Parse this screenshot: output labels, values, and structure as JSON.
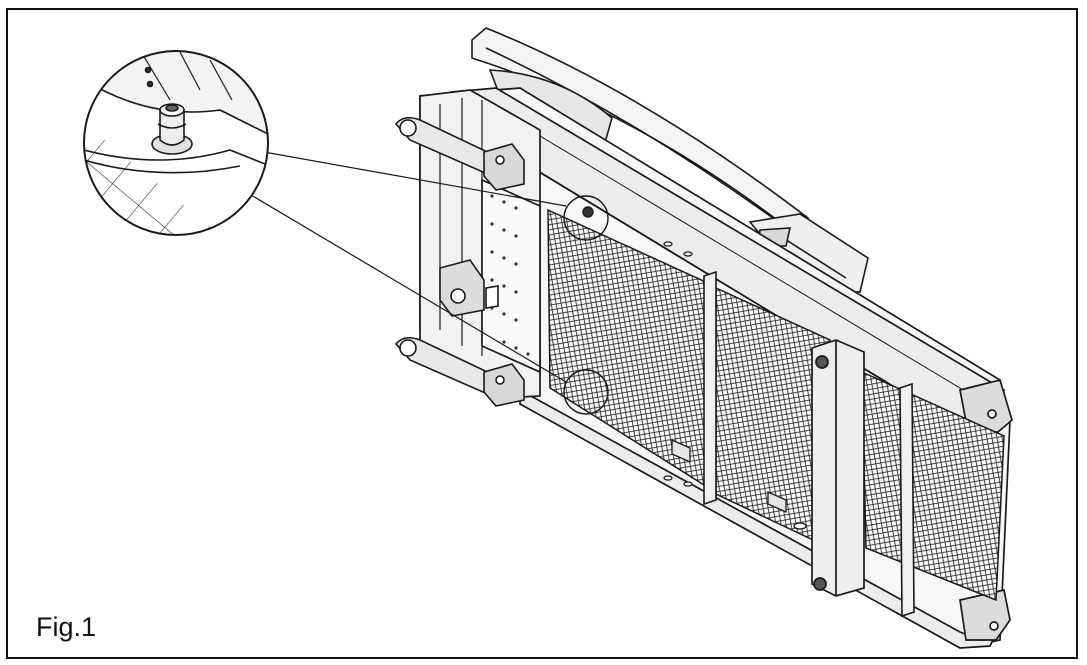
{
  "figure": {
    "label": "Fig.1"
  },
  "style": {
    "line_color": "#1a1a1a",
    "mesh_color": "#2a2a2a",
    "fill_light": "#f2f2f2",
    "fill_mid": "#dcdcdc",
    "fill_dark": "#9a9a9a"
  },
  "illustration": {
    "subject": "treadmill-frame-underside-isometric",
    "callout": "detail-magnifier-circle"
  }
}
